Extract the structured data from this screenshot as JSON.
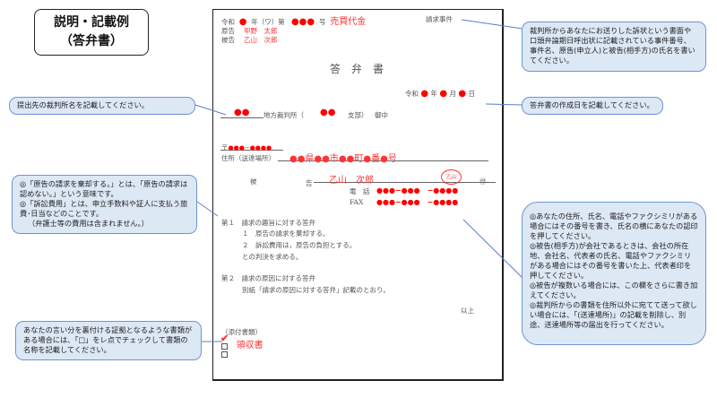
{
  "title": {
    "line1": "説明・記載例",
    "line2": "（答弁書）"
  },
  "document": {
    "case_era": "令和",
    "case_year": "●",
    "case_mid": "年（ワ）第",
    "case_no": "●●●",
    "case_go": "号",
    "case_name": "売買代金",
    "case_suffix": "請求事件",
    "plaintiff_label": "原告",
    "plaintiff_name": "甲野　太郎",
    "defendant_label": "被告",
    "defendant_name": "乙山　次郎",
    "heading": "答　弁　書",
    "date": {
      "era": "令和",
      "year": "●",
      "y": "年",
      "month": "●",
      "m": "月",
      "day": "●",
      "d": "日"
    },
    "court": {
      "name": "●●",
      "label": "地方裁判所（",
      "branch": "●●",
      "branch_label": "支部）",
      "addressee": "御中"
    },
    "postal": {
      "mark": "〒",
      "code": "●●●−●●●●"
    },
    "address_label": "住所（送達場所）",
    "address": "●●県●●市●●町●番●号",
    "def_label1": "被",
    "def_label2": "告",
    "def_name": "乙山　次郎",
    "seal": "乙山",
    "seal_mark": "㊞",
    "tel_label": "電　話",
    "tel": "●●●−●●●　−●●●●",
    "fax_label": "FAX",
    "fax": "●●●−●●●　−●●●●",
    "sec1_title": "第１　請求の趣旨に対する答弁",
    "sec1_item1": "１　原告の請求を棄却する。",
    "sec1_item2": "２　訴訟費用は，原告の負担とする。",
    "sec1_close": "との判決を求める。",
    "sec2_title": "第２　請求の原因に対する答弁",
    "sec2_body": "別紙「請求の原因に対する答弁」記載のとおり。",
    "end": "以上",
    "attach_label": "（添付書類）",
    "attachments": [
      {
        "checked": true,
        "name": "領収書"
      },
      {
        "checked": false,
        "name": ""
      }
    ]
  },
  "callouts": {
    "case_info": "裁判所からあなたにお送りした訴状という書面や口頭弁論期日呼出状に記載されている事件番号、事件名、原告(申立人)と被告(相手方)の氏名を書いてください。",
    "date": "答弁書の作成日を記載してください。",
    "court": "提出先の裁判所名を記載してください。",
    "meaning": [
      "◎「原告の請求を棄却する。」とは、「原告の請求は認めない。」という意味です。",
      "◎「訴訟費用」とは、申立手数料や証人に支払う旅費･日当などのことです。",
      "（弁護士等の費用は含まれません。）"
    ],
    "defendant": [
      "◎あなたの住所、氏名、電話やファクシミリがある場合にはその番号を書き、氏名の横にあなたの認印を押してください。",
      "◎被告(相手方)が会社であるときは、会社の所在地、会社名、代表者の氏名、電話やファクシミリがある場合にはその番号を書いた上、代表者印を押してください。",
      "◎被告が複数いる場合には、この欄をさらに書き加えてください。",
      "◎裁判所からの書類を住所以外に宛てて送って欲しい場合には、「(送達場所)」の記載を削除し、別途、送達場所等の届出を行ってください。"
    ],
    "evidence": "あなたの言い分を裏付ける証拠となるような書類がある場合には、「□」をレ点でチェックして書類の名称を記載してください。"
  },
  "colors": {
    "accent_red": "#ff3333",
    "callout_fill": "#dde8f5",
    "callout_border": "#6f94cf"
  }
}
